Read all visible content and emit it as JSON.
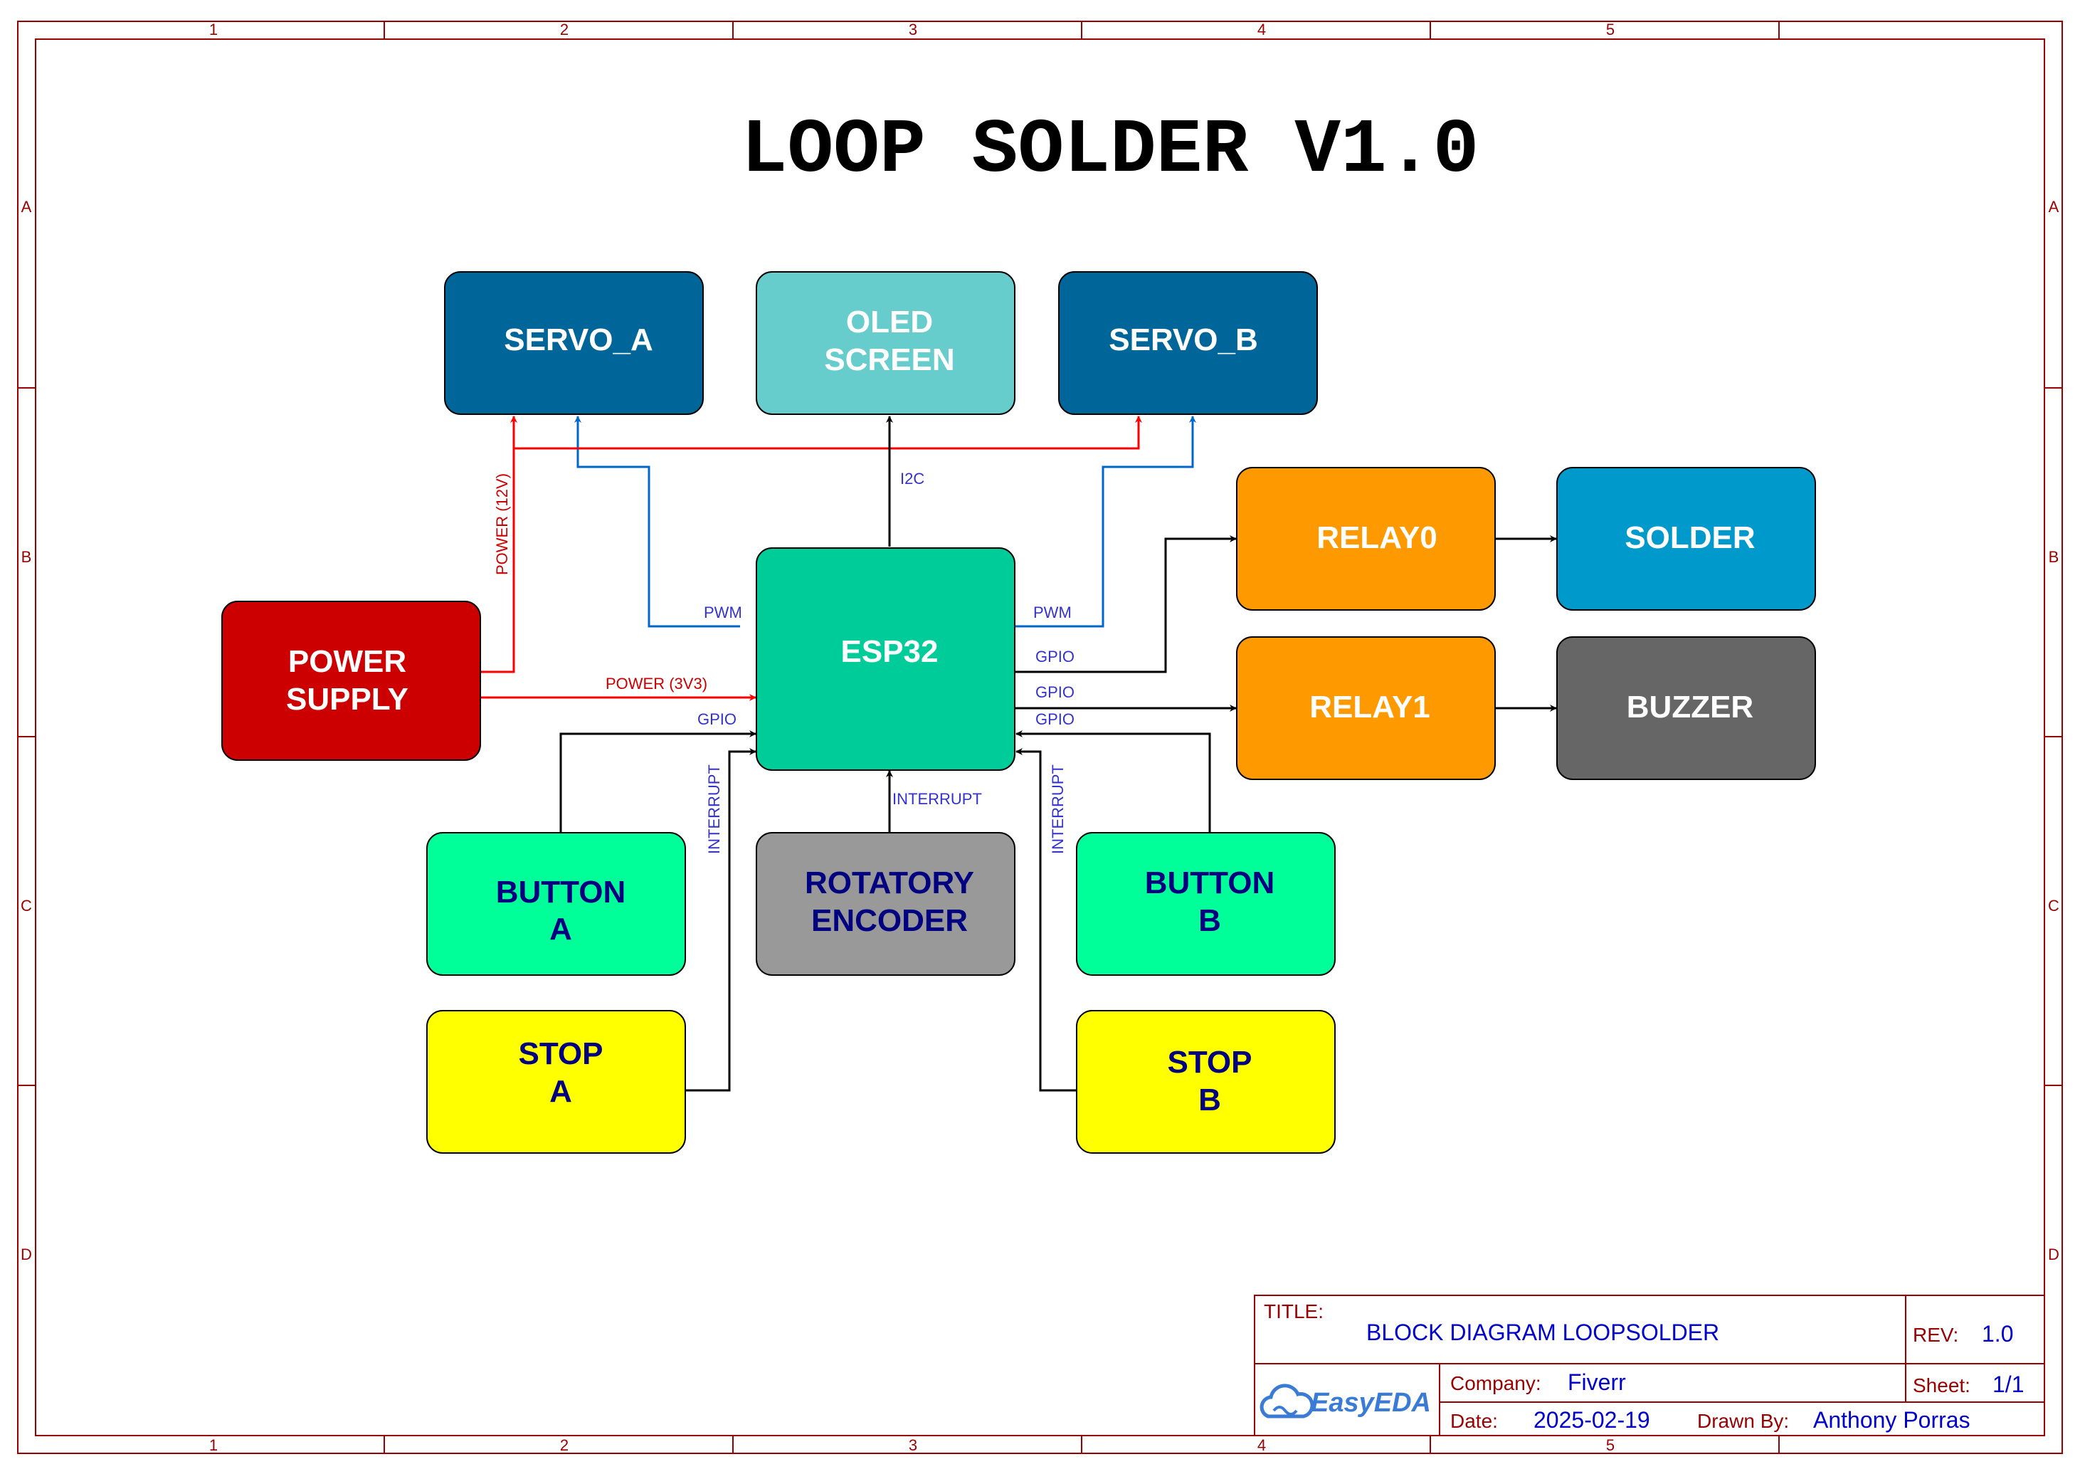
{
  "sheet": {
    "columns": [
      "1",
      "2",
      "3",
      "4",
      "5"
    ],
    "rows": [
      "A",
      "B",
      "C",
      "D"
    ],
    "title": "LOOP SOLDER V1.0"
  },
  "blocks": {
    "servo_a": "SERVO_A",
    "oled": [
      "OLED",
      "SCREEN"
    ],
    "servo_b": "SERVO_B",
    "relay0": "RELAY0",
    "solder": "SOLDER",
    "power_supply": [
      "POWER",
      "SUPPLY"
    ],
    "esp32": "ESP32",
    "relay1": "RELAY1",
    "buzzer": "BUZZER",
    "button_a": [
      "BUTTON",
      "A"
    ],
    "rotary": [
      "ROTATORY",
      "ENCODER"
    ],
    "button_b": [
      "BUTTON",
      "B"
    ],
    "stop_a": [
      "STOP",
      "A"
    ],
    "stop_b": [
      "STOP",
      "B"
    ]
  },
  "labels": {
    "i2c": "I2C",
    "power_12v": "POWER (12V)",
    "pwm_left": "PWM",
    "pwm_right": "PWM",
    "power_3v3": "POWER (3V3)",
    "gpio_left": "GPIO",
    "gpio_relay0": "GPIO",
    "gpio_relay1": "GPIO",
    "gpio_right": "GPIO",
    "interrupt_left": "INTERRUPT",
    "interrupt_center": "INTERRUPT",
    "interrupt_right": "INTERRUPT"
  },
  "title_block": {
    "title_label": "TITLE:",
    "title_value": "BLOCK DIAGRAM LOOPSOLDER",
    "rev_label": "REV:",
    "rev_value": "1.0",
    "company_label": "Company:",
    "company_value": "Fiverr",
    "sheet_label": "Sheet:",
    "sheet_value": "1/1",
    "date_label": "Date:",
    "date_value": "2025-02-19",
    "drawn_label": "Drawn By:",
    "drawn_value": "Anthony Porras",
    "logo_text": "EasyEDA"
  },
  "colors": {
    "frame": "#990000",
    "servo": "#006699",
    "oled": "#66CCCC",
    "relay": "#FF9900",
    "solder": "#0099CC",
    "power_supply": "#CC0000",
    "esp32": "#00CC99",
    "buzzer": "#666666",
    "button": "#00FF99",
    "rotary": "#999999",
    "stop": "#FFFF00",
    "power_wire": "#FF0000",
    "pwm_wire": "#0066CC",
    "label_blue": "#3333CC"
  }
}
